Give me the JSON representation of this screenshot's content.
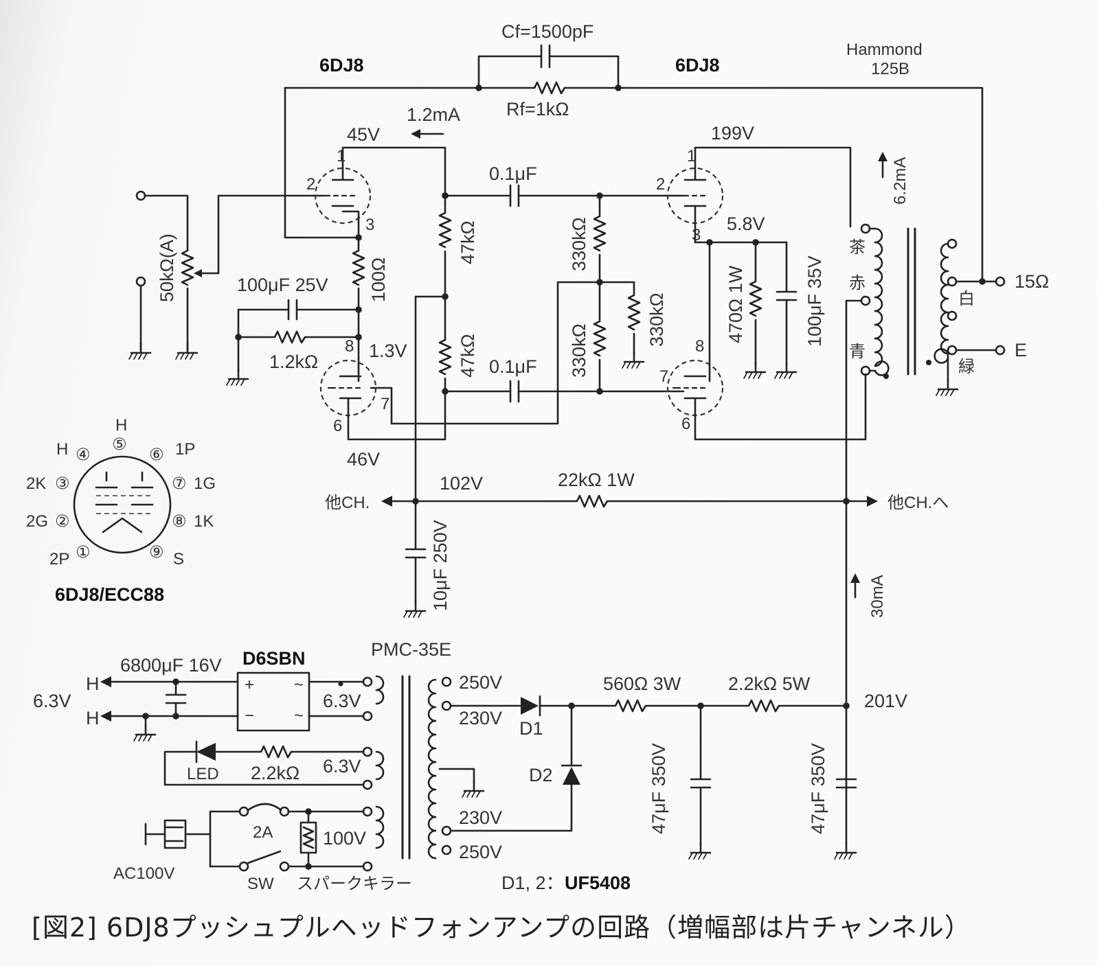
{
  "caption": "[図2] 6DJ8プッシュプルヘッドフォンアンプの回路（増幅部は片チャンネル）",
  "tube_labels": {
    "left": "6DJ8",
    "right": "6DJ8"
  },
  "feedback": {
    "capacitor": "Cf=1500pF",
    "resistor": "Rf=1kΩ"
  },
  "transformer_out": {
    "name": "Hammond",
    "model": "125B",
    "current": "6.2mA",
    "tap_15ohm": "15Ω",
    "tap_e": "E",
    "wire_brown": "茶",
    "wire_red": "赤",
    "wire_blue": "青",
    "wire_white": "白",
    "wire_green": "緑"
  },
  "input": {
    "volume": "50kΩ(A)"
  },
  "voltages": {
    "v45": "45V",
    "v199": "199V",
    "v1_3": "1.3V",
    "v46": "46V",
    "v5_8": "5.8V",
    "v102": "102V",
    "v201": "201V"
  },
  "currents": {
    "i1_2": "1.2mA",
    "i30": "30mA"
  },
  "components": {
    "c1": "0.1μF",
    "c2": "0.1μF",
    "r47a": "47kΩ",
    "r47b": "47kΩ",
    "r330a": "330kΩ",
    "r330b": "330kΩ",
    "r330c": "330kΩ",
    "r100": "100Ω",
    "c100": "100μF 25V",
    "r1_2k": "1.2kΩ",
    "r470": "470Ω 1W",
    "c100b": "100μF 35V",
    "r22k": "22kΩ 1W",
    "c10": "10μF 250V",
    "r560": "560Ω 3W",
    "r2_2k5w": "2.2kΩ 5W",
    "c47a": "47μF 350V",
    "c47b": "47μF 350V",
    "c6800": "6800μF 16V",
    "bridge": "D6SBN",
    "power_tr": "PMC-35E",
    "d1": "D1",
    "d2": "D2",
    "diodes_note": "D1, 2：",
    "diode_type": "UF5408",
    "led": "LED",
    "r_led": "2.2kΩ",
    "fuse": "2A",
    "sw": "SW",
    "spark_killer": "スパークキラー",
    "ac": "AC100V"
  },
  "taps": {
    "t250a": "250V",
    "t230a": "230V",
    "t230b": "230V",
    "t250b": "250V",
    "h63a": "6.3V",
    "h63b": "6.3V",
    "ac100": "100V"
  },
  "heater": {
    "h1": "H",
    "h2": "H",
    "v": "6.3V"
  },
  "to_other_ch": {
    "left": "他CH.",
    "right": "他CH.へ"
  },
  "pins": {
    "p1": "1",
    "p2": "2",
    "p3": "3",
    "p6": "6",
    "p7": "7",
    "p8": "8"
  },
  "pinout": {
    "title": "6DJ8/ECC88",
    "labels": [
      "H",
      "H",
      "1P",
      "2K",
      "1G",
      "2G",
      "1K",
      "2P",
      "S"
    ],
    "numbers": [
      "④",
      "⑤",
      "⑥",
      "③",
      "⑦",
      "②",
      "⑧",
      "①",
      "⑨"
    ]
  }
}
